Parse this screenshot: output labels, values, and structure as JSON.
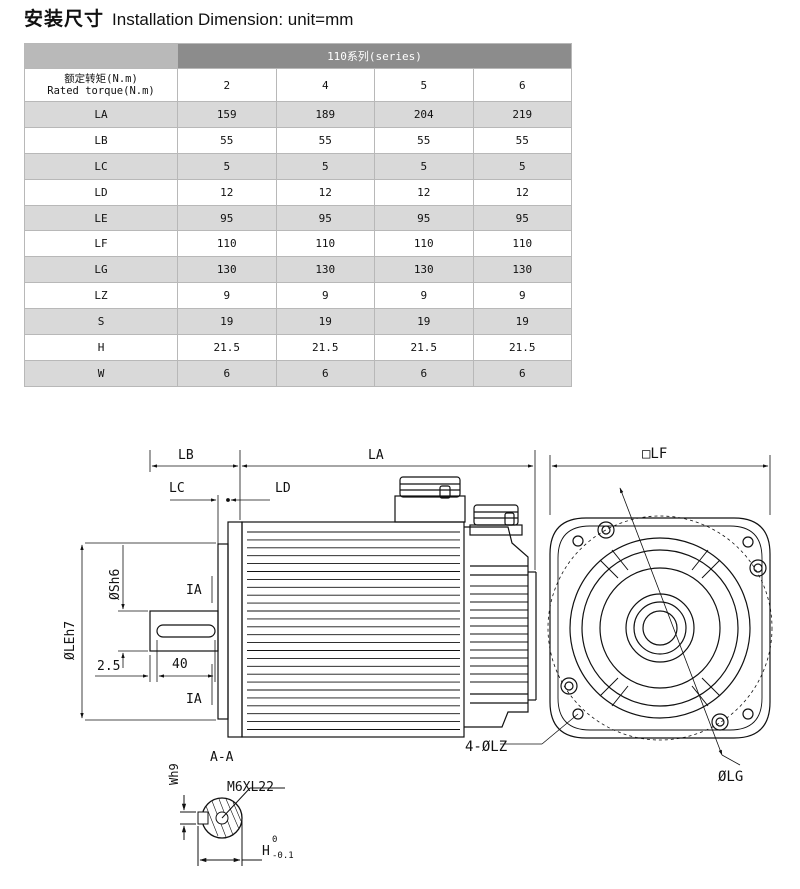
{
  "title": {
    "zh": "安装尺寸",
    "en": "Installation Dimension: unit=mm"
  },
  "table": {
    "series_label": "110系列(series)",
    "torque_label_zh": "额定转矩(N.m)",
    "torque_label_en": "Rated torque(N.m)",
    "torques": [
      "2",
      "4",
      "5",
      "6"
    ],
    "rows": [
      {
        "name": "LA",
        "values": [
          "159",
          "189",
          "204",
          "219"
        ]
      },
      {
        "name": "LB",
        "values": [
          "55",
          "55",
          "55",
          "55"
        ]
      },
      {
        "name": "LC",
        "values": [
          "5",
          "5",
          "5",
          "5"
        ]
      },
      {
        "name": "LD",
        "values": [
          "12",
          "12",
          "12",
          "12"
        ]
      },
      {
        "name": "LE",
        "values": [
          "95",
          "95",
          "95",
          "95"
        ]
      },
      {
        "name": "LF",
        "values": [
          "110",
          "110",
          "110",
          "110"
        ]
      },
      {
        "name": "LG",
        "values": [
          "130",
          "130",
          "130",
          "130"
        ]
      },
      {
        "name": "LZ",
        "values": [
          "9",
          "9",
          "9",
          "9"
        ]
      },
      {
        "name": "S",
        "values": [
          "19",
          "19",
          "19",
          "19"
        ]
      },
      {
        "name": "H",
        "values": [
          "21.5",
          "21.5",
          "21.5",
          "21.5"
        ]
      },
      {
        "name": "W",
        "values": [
          "6",
          "6",
          "6",
          "6"
        ]
      }
    ]
  },
  "drawing": {
    "lb": "LB",
    "la": "LA",
    "lc": "LC",
    "ld": "LD",
    "lf": "□LF",
    "sh6": "ØSh6",
    "leh7": "ØLEh7",
    "section_mark_top": "IA",
    "section_mark_bottom": "IA",
    "dim_2_5": "2.5",
    "dim_40": "40",
    "section_label": "A-A",
    "thread": "M6XL22",
    "wh9": "Wh9",
    "h_label": "H",
    "h_tol_upper": "0",
    "h_tol_lower": "-0.1",
    "lz": "4-ØLZ",
    "lg": "ØLG"
  }
}
